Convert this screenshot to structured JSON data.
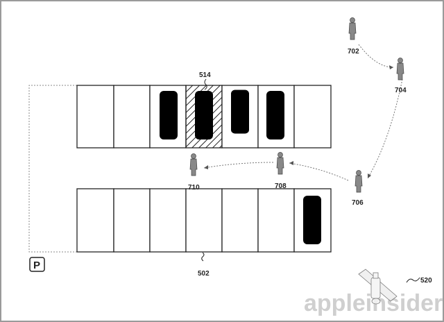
{
  "labels": {
    "highlighted_space": "514",
    "lot": "502",
    "satellite": "520",
    "person_1": "702",
    "person_2": "704",
    "person_3": "706",
    "person_4": "708",
    "person_5": "710"
  },
  "parking_sign": "P",
  "watermark": "appleinsider",
  "colors": {
    "line": "#222222",
    "watermark": "#cfcfcf",
    "border": "#9a9a9a"
  }
}
